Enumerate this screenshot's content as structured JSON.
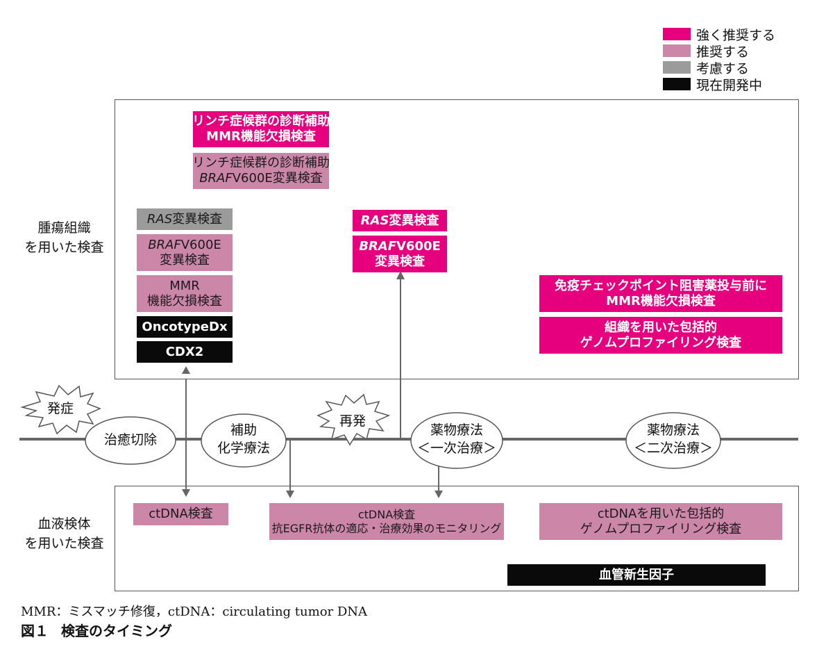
{
  "legend": [
    {
      "label": "強く推奨する",
      "color": "#e6007e"
    },
    {
      "label": "推奨する",
      "color": "#cc86a8"
    },
    {
      "label": "考慮する",
      "color": "#9b9b9b"
    },
    {
      "label": "現在開発中",
      "color": "#0a0a0a"
    }
  ],
  "tumor_section": {
    "label_line1": "腫瘍組織",
    "label_line2": "を用いた検査"
  },
  "blood_section": {
    "label_line1": "血液検体",
    "label_line2": "を用いた検査"
  },
  "tumor_boxes": {
    "lynch_mmr": {
      "line1": "リンチ症候群の診断補助",
      "line2": "MMR機能欠損検査"
    },
    "lynch_braf": {
      "line1": "リンチ症候群の診断補助",
      "line2_italic": "BRAF",
      "line2": "V600E変異検査"
    },
    "early_ras": {
      "italic": "RAS",
      "text": "変異検査"
    },
    "early_braf": {
      "italic": "BRAF",
      "line1": "V600E",
      "line2": "変異検査"
    },
    "early_mmr": {
      "line1": "MMR",
      "line2": "機能欠損検査"
    },
    "oncotype": {
      "text": "OncotypeDx"
    },
    "cdx2": {
      "text": "CDX2"
    },
    "recur_ras": {
      "italic": "RAS",
      "text": "変異検査"
    },
    "recur_braf": {
      "italic": "BRAF",
      "line1": "V600E",
      "line2": "変異検査"
    },
    "icp_mmr": {
      "line1": "免疫チェックポイント阻害薬投与前に",
      "line2": "MMR機能欠損検査"
    },
    "tissue_cgp": {
      "line1": "組織を用いた包括的",
      "line2": "ゲノムプロファイリング検査"
    }
  },
  "blood_boxes": {
    "ctdna_simple": {
      "text": "ctDNA検査"
    },
    "ctdna_egfr": {
      "line1": "ctDNA検査",
      "line2": "抗EGFR抗体の適応・治療効果のモニタリング"
    },
    "ctdna_cgp": {
      "line1": "ctDNAを用いた包括的",
      "line2": "ゲノムプロファイリング検査"
    },
    "angiogenic": {
      "text": "血管新生因子"
    }
  },
  "timeline": {
    "onset": "発症",
    "surgery": "治癒切除",
    "adjuvant_line1": "補助",
    "adjuvant_line2": "化学療法",
    "recurrence": "再発",
    "first_line_line1": "薬物療法",
    "first_line_line2": "＜一次治療＞",
    "second_line_line1": "薬物療法",
    "second_line_line2": "＜二次治療＞"
  },
  "footnote": "MMR：ミスマッチ修復，ctDNA：circulating tumor DNA",
  "caption": {
    "number": "図１",
    "title": "検査のタイミング"
  }
}
